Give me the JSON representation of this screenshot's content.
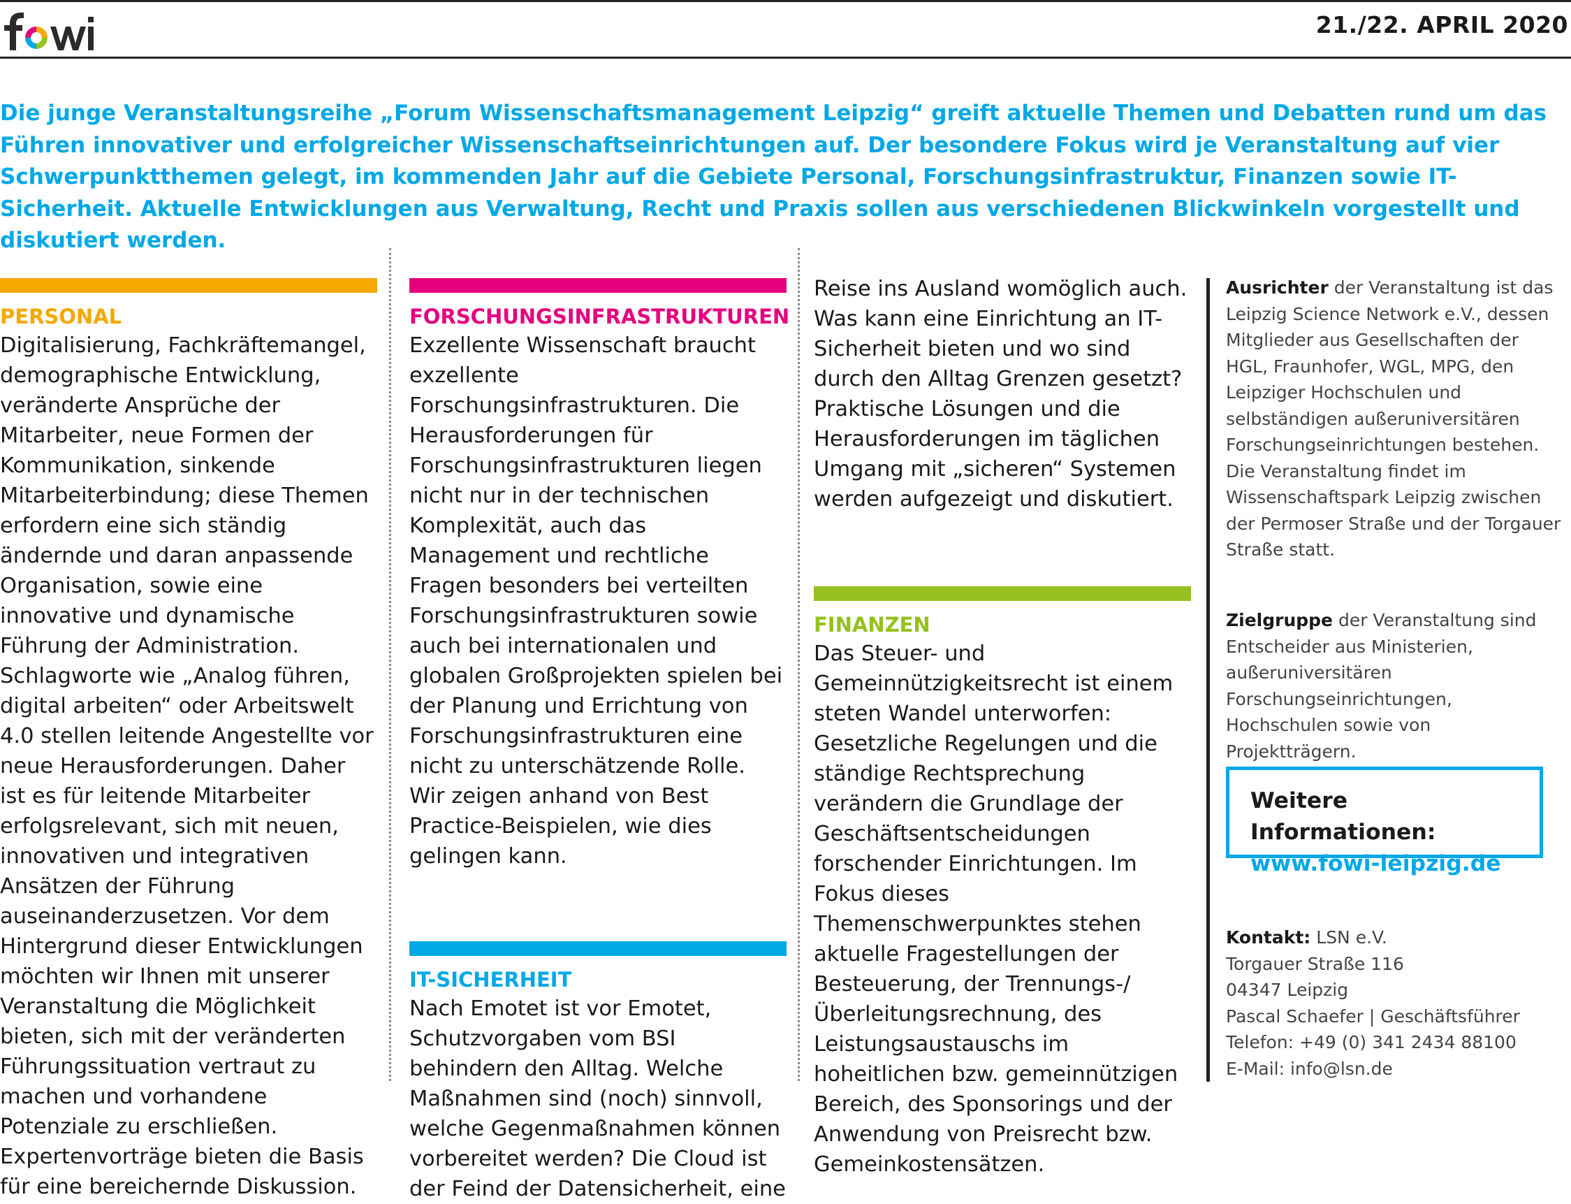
{
  "header": {
    "logo_text": "fowi",
    "date": "21./22. APRIL 2020"
  },
  "intro": "Die junge Veranstaltungsreihe „Forum Wissenschaftsmanagement Leipzig“ greift aktuelle Themen und Debatten rund um das Führen innovativer und erfolgreicher Wissenschaftseinrichtungen auf. Der besondere Fokus wird je Veranstaltung auf vier Schwerpunktthemen gelegt, im kommenden Jahr auf die Gebiete Personal, Forschungsinfrastruktur, Finanzen sowie IT-Sicherheit. Aktuelle Entwicklungen aus Verwaltung, Recht und Praxis sollen aus verschiedenen Blickwinkeln vorgestellt und diskutiert werden.",
  "sections": {
    "personal": {
      "title": "PERSONAL",
      "color": "#f5a800",
      "text": "Digitalisierung, Fachkräftemangel, demographische Entwicklung, veränderte Ansprüche der Mitarbeiter, neue Formen der Kommunikation, sinkende Mitarbeiterbindung; diese Themen erfordern eine sich ständig ändernde und daran anpassende Organisation, sowie eine innovative und dynamische Führung der Administration. Schlagworte wie „Analog führen, digital arbeiten“ oder Arbeitswelt 4.0 stellen leitende Angestellte vor neue Herausforderungen. Daher ist es für leitende Mitarbeiter erfolgsrelevant, sich mit neuen, innovativen und integrativen Ansätzen der Führung auseinanderzusetzen. Vor dem Hintergrund dieser Entwicklungen möchten wir Ihnen mit unserer Veranstaltung die Möglichkeit bieten, sich mit der veränderten Führungssituation vertraut zu machen und vorhandene Potenziale zu erschließen. Expertenvorträge bieten die Basis für eine bereichernde Diskussion."
    },
    "forschung": {
      "title": "FORSCHUNGSINFRASTRUKTUREN",
      "color": "#e5007e",
      "text": "Exzellente Wissenschaft braucht exzellente Forschungsinfrastrukturen. Die Herausforderungen für Forschungsinfrastrukturen liegen nicht nur in der technischen Komplexität, auch das Management und rechtliche Fragen besonders bei verteilten Forschungsinfrastrukturen sowie auch bei internationalen und globalen Großprojekten spielen bei der Planung und Errichtung von Forschungsinfrastrukturen eine nicht zu unterschätzende Rolle. Wir zeigen anhand von Best Practice-Beispielen, wie dies gelingen kann."
    },
    "it": {
      "title": "IT-SICHERHEIT",
      "color": "#00a8e6",
      "text": "Nach Emotet ist vor Emotet, Schutzvorgaben vom BSI behindern den Alltag. Welche Maßnahmen sind (noch) sinnvoll, welche Gegenmaßnahmen können vorbereitet werden? Die Cloud ist der Feind der Datensicherheit, eine",
      "continuation": "Reise ins Ausland womöglich auch. Was kann eine Einrichtung an IT-Sicherheit bieten und wo sind durch den Alltag Grenzen gesetzt? Praktische Lösungen und die Herausforderungen im täglichen Umgang mit „sicheren“ Systemen werden aufgezeigt und diskutiert."
    },
    "finanzen": {
      "title": "FINANZEN",
      "color": "#95c11f",
      "text": "Das Steuer- und Gemeinnützigkeitsrecht ist einem steten Wandel unterworfen: Gesetzliche Regelungen und die ständige Rechtsprechung verändern die Grundlage der Geschäftsentscheidungen forschender Einrichtungen. Im Fokus dieses Themenschwerpunktes stehen aktuelle Fragestellungen der Besteuerung, der Trennungs-/Überleitungsrechnung, des Leistungsaustauschs im hoheitlichen bzw. gemeinnützigen Bereich, des Sponsorings und der Anwendung von Preisrecht bzw. Gemeinkostensätzen."
    }
  },
  "sidebar": {
    "ausrichter_label": "Ausrichter",
    "ausrichter_text": " der Veranstaltung ist das Leipzig Science Network e.V., dessen Mitglieder aus Gesellschaften der HGL, Fraunhofer, WGL, MPG, den Leipziger Hochschulen und selbständigen außeruniversitären Forschungseinrichtungen bestehen.",
    "ort_text": "Die Veranstaltung findet im Wissenschaftspark Leipzig zwischen der Permoser Straße und der Torgauer Straße statt.",
    "zielgruppe_label": "Zielgruppe",
    "zielgruppe_text": " der Veranstaltung sind Entscheider aus Ministerien, außeruniversitären Forschungseinrichtungen, Hochschulen  sowie von Projektträgern.",
    "info_title": "Weitere Informationen:",
    "info_url": "www.fowi-leipzig.de",
    "kontakt_label": "Kontakt:",
    "kontakt_org": " LSN e.V.",
    "kontakt_lines": [
      "Torgauer Straße 116",
      "04347 Leipzig",
      "Pascal Schaefer | Geschäftsführer",
      "Telefon: +49 (0) 341 2434 88100",
      "E-Mail: info@lsn.de"
    ]
  }
}
